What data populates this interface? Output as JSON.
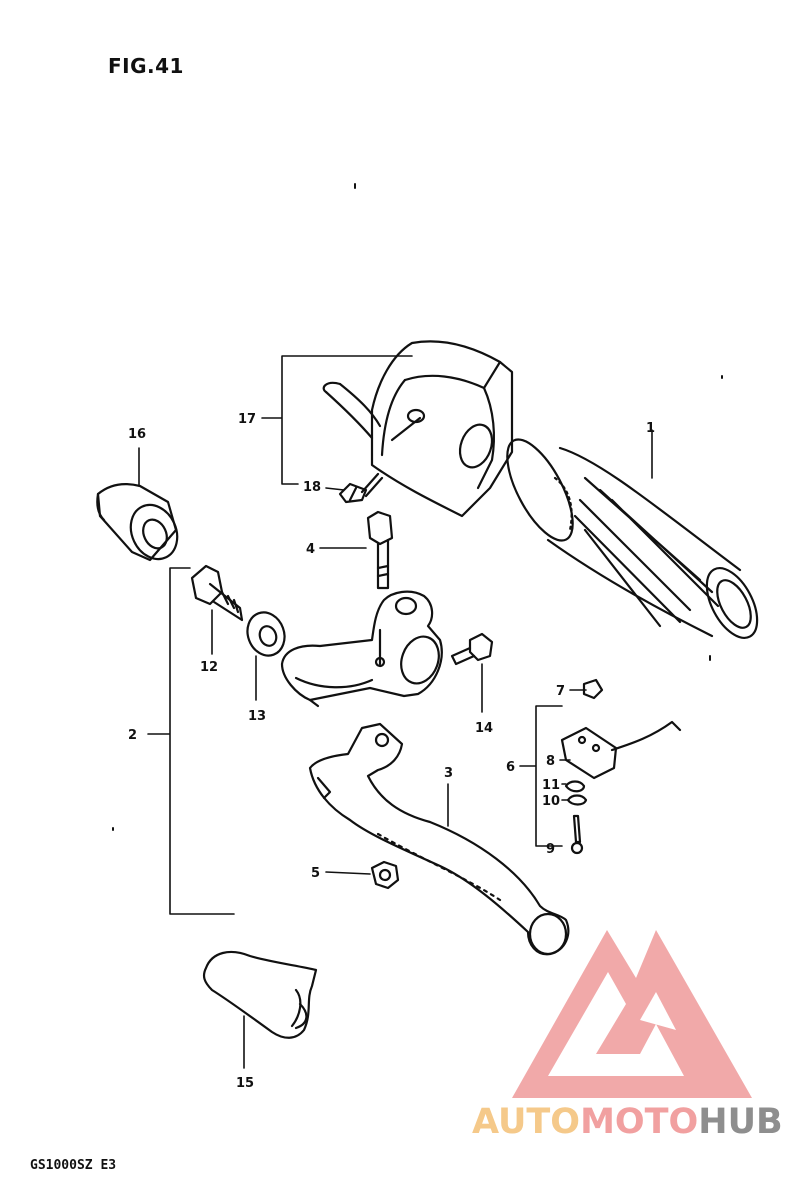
{
  "figure": {
    "title": "FIG.41",
    "code": "GS1000SZ E3"
  },
  "callouts": {
    "c1": "1",
    "c2": "2",
    "c3": "3",
    "c4": "4",
    "c5": "5",
    "c6": "6",
    "c7": "7",
    "c8": "8",
    "c9": "9",
    "c10": "10",
    "c11": "11",
    "c12": "12",
    "c13": "13",
    "c14": "14",
    "c15": "15",
    "c16": "16",
    "c17": "17",
    "c18": "18"
  },
  "watermark": {
    "part1": "AUTO",
    "part2": "MOTO",
    "part3": "HUB",
    "colors": {
      "auto": "#f5c98a",
      "moto": "#f1a0a0",
      "hub": "#8e8e8e",
      "logo": "#ee8f8f"
    }
  }
}
